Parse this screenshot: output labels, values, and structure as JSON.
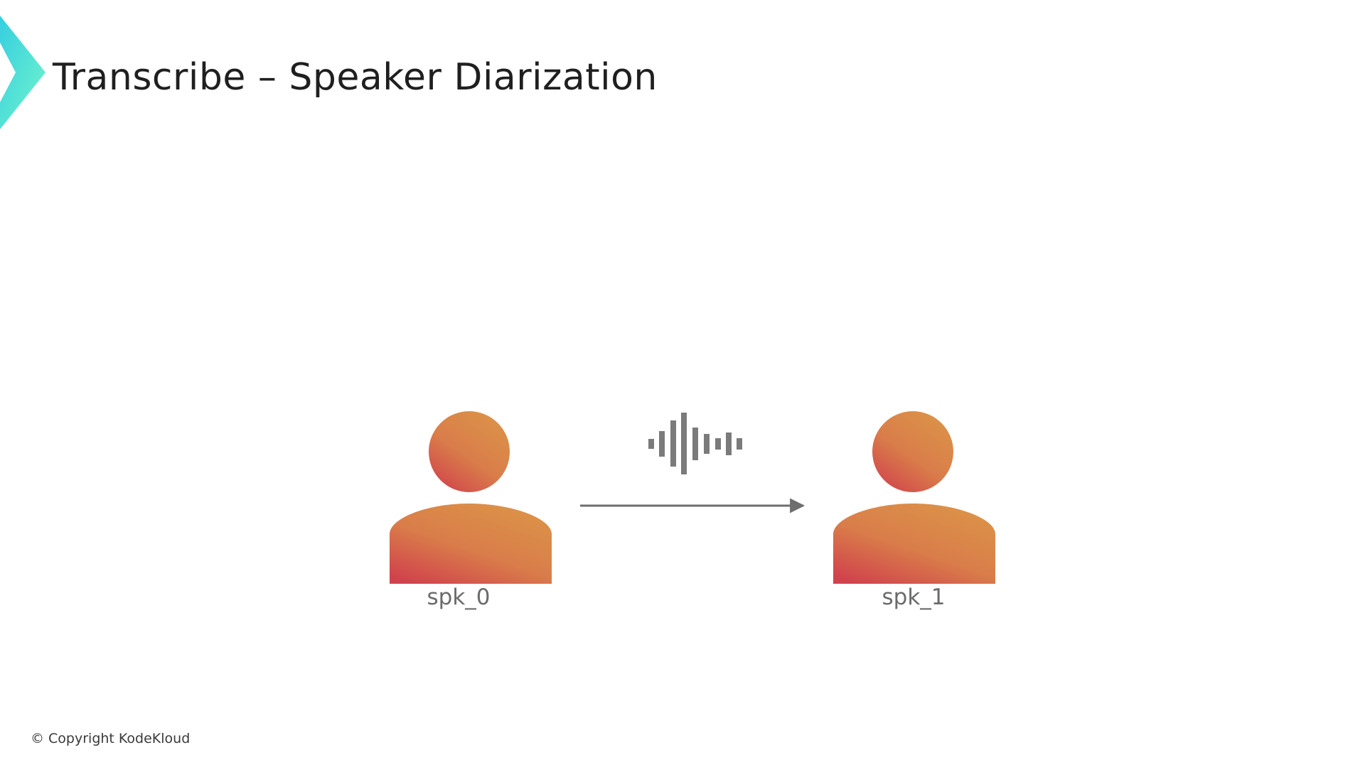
{
  "slide": {
    "title": "Transcribe – Speaker Diarization",
    "copyright": "© Copyright KodeKloud"
  },
  "diagram": {
    "speakers": [
      {
        "label": "spk_0",
        "icon": "person-icon"
      },
      {
        "label": "spk_1",
        "icon": "person-icon"
      }
    ],
    "connector": {
      "icon": "arrow-right-icon"
    },
    "audio": {
      "icon": "sound-wave-icon"
    }
  },
  "colors": {
    "brand_teal": "#3fd6d0",
    "brand_mint": "#6ff3cf",
    "person_top": "#dc9448",
    "person_bottom": "#d1434c",
    "wave_gray": "#7b7b7b",
    "arrow_gray": "#6e6e6e",
    "label_gray": "#6b6b6b",
    "title_dark": "#1f1f1f"
  }
}
